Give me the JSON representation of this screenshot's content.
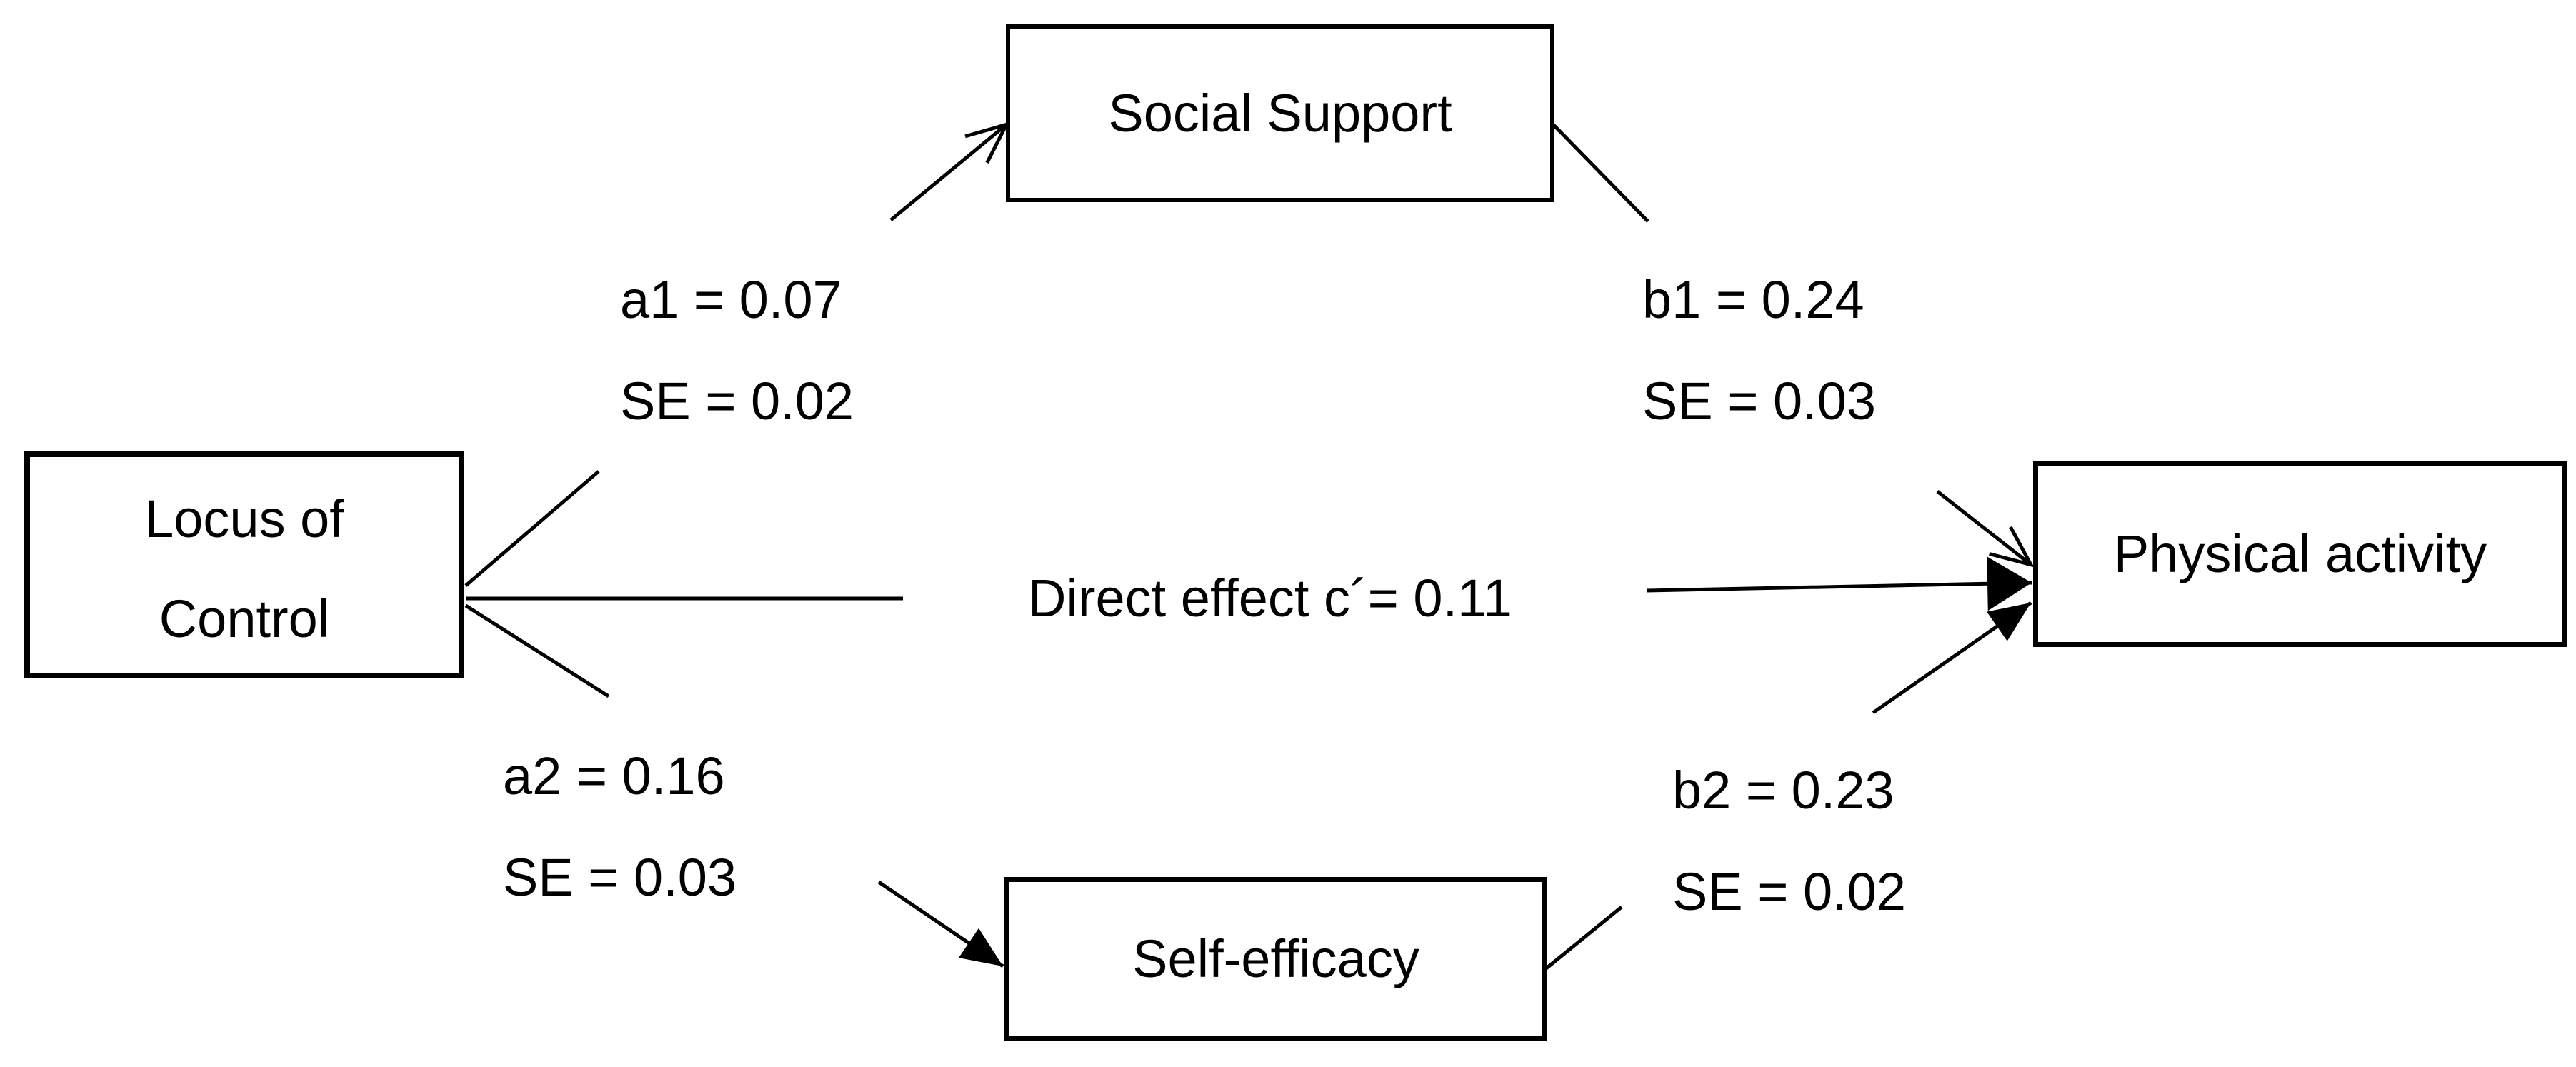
{
  "diagram": {
    "type": "mediation-path-model",
    "colors": {
      "ink": "#000000",
      "background": "#ffffff"
    },
    "nodes": {
      "social_support": {
        "label": "Social Support"
      },
      "locus_of_control": {
        "line1": "Locus of",
        "line2": "Control"
      },
      "physical_activity": {
        "label": "Physical activity"
      },
      "self_efficacy": {
        "label": "Self-efficacy"
      }
    },
    "paths": {
      "a1": {
        "coef": "a1 = 0.07",
        "se": "SE = 0.02"
      },
      "b1": {
        "coef": "b1 = 0.24",
        "se": "SE = 0.03"
      },
      "a2": {
        "coef": "a2 = 0.16",
        "se": "SE = 0.03"
      },
      "b2": {
        "coef": "b2 = 0.23",
        "se": "SE = 0.02"
      },
      "direct": {
        "label": "Direct effect c´= 0.11"
      }
    }
  }
}
